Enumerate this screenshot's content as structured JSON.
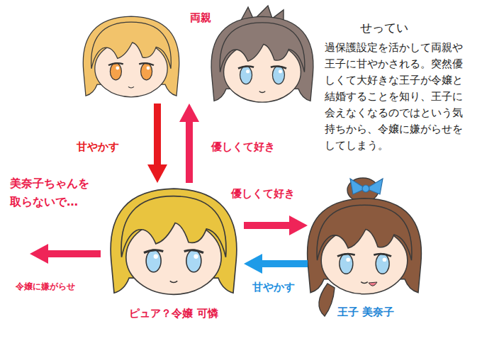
{
  "diagram": {
    "nodes": [
      {
        "text": [
          "両親"
        ]
      },
      {
        "text": [
          "ピュア？令嬢 可憐"
        ]
      },
      {
        "text": [
          "王子 美奈子"
        ]
      }
    ],
    "edges": [
      {
        "from": 0,
        "to": 1,
        "label": "甘やかす",
        "arrow": "to"
      },
      {
        "from": 1,
        "to": 0,
        "label": "優しくて好き",
        "arrow": "to"
      },
      {
        "from": 1,
        "to": 2,
        "label": "優しくて好き",
        "arrow": "to"
      },
      {
        "from": 2,
        "to": 1,
        "label": "甘やかす",
        "arrow": "to"
      }
    ],
    "labels": [
      "美奈子ちゃんを 取らないで…",
      "令嬢に嫌がらせ",
      "せってい",
      "過保護設定を活かして両親や 王子に甘やかされる。突然優 しくて大好きな王子が令嬢と 結婚することを知り、王子に 会えなくなるのではという気 持ちから、令嬢に嫌がらせを してしまう。"
    ]
  }
}
